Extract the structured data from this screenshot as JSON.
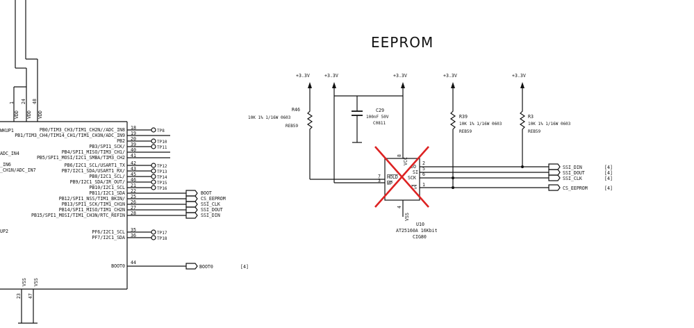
{
  "title": "EEPROM",
  "colors": {
    "line": "#111111",
    "cross": "#dd2222"
  },
  "mcu": {
    "left_fragments": [
      "WKUP1",
      "ADC_IN4",
      "_IN6",
      "_CH1N/ADC_IN7",
      "UP2"
    ],
    "vdd_pins": [
      {
        "num": "1",
        "label": "VDD"
      },
      {
        "num": "24",
        "label": "VDD"
      },
      {
        "num": "48",
        "label": "VDD"
      }
    ],
    "vss_pins": [
      {
        "num": "23",
        "label": "VSS"
      },
      {
        "num": "47",
        "label": "VSS"
      }
    ],
    "pins": [
      {
        "num": "18",
        "label": "PB0/TIM3_CH3/TIM1_CH2N//ADC_IN8",
        "tp": "TP8"
      },
      {
        "num": "19",
        "label": "PB1/TIM3_CH4/TIM14_CH1/TIM1_CH3N/ADC_IN9",
        "tp": ""
      },
      {
        "num": "20",
        "label": "PB2",
        "tp": "TP10"
      },
      {
        "num": "39",
        "label": "PB3/SPI1_SCK/",
        "tp": "TP11"
      },
      {
        "num": "40",
        "label": "PB4/SPI1_MISO/TIM3_CH1/",
        "tp": ""
      },
      {
        "num": "41",
        "label": "PB5/SPI1_MOSI/I2C1_SMBA/TIM3_CH2",
        "tp": ""
      },
      {
        "num": "42",
        "label": "PB6/I2C1_SCL/USART1_TX",
        "tp": "TP12"
      },
      {
        "num": "43",
        "label": "PB7/I2C1_SDA/USART1_RX/",
        "tp": "TP13"
      },
      {
        "num": "45",
        "label": "PB8/I2C1_SCL/",
        "tp": "TP14"
      },
      {
        "num": "46",
        "label": "PB9/I2C1_SDA/IR_OUT/",
        "tp": "TP15"
      },
      {
        "num": "21",
        "label": "PB10/I2C1_SCL",
        "tp": "TP16"
      },
      {
        "num": "22",
        "label": "PB11/I2C1_SDA",
        "net": "BOOT"
      },
      {
        "num": "25",
        "label": "PB12/SPI1_NSS/TIM1_BKIN/",
        "net": "CS_EEPROM"
      },
      {
        "num": "26",
        "label": "PB13/SPI1_SCK/TIM1_CH1N",
        "net": "SSI_CLK"
      },
      {
        "num": "27",
        "label": "PB14/SPI1_MISO/TIM1_CH2N",
        "net": "SSI_DOUT"
      },
      {
        "num": "28",
        "label": "PB15/SPI1_MOSI/TIM1_CH3N/RTC_REFIN",
        "net": "SSI_DIN"
      },
      {
        "num": "35",
        "label": "PF6/I2C1_SCL",
        "tp": "TP17"
      },
      {
        "num": "36",
        "label": "PF7/I2C1_SDA",
        "tp": "TP18"
      }
    ],
    "boot0": {
      "num": "44",
      "label": "BOOT0",
      "net": "BOOT0",
      "ref": "[4]"
    }
  },
  "power": [
    "+3.3V",
    "+3.3V",
    "+3.3V",
    "+3.3V",
    "+3.3V"
  ],
  "r46": {
    "ref": "R46",
    "value": "10K 1% 1/16W 0603",
    "pkg": "REB59"
  },
  "c29": {
    "ref": "C29",
    "value": "100nF 50V",
    "pkg": "C0811"
  },
  "r39": {
    "ref": "R39",
    "value": "10K 1% 1/16W 0603",
    "pkg": "REB59"
  },
  "r3": {
    "ref": "R3",
    "value": "10K 1% 1/16W 0603",
    "pkg": "REB59"
  },
  "u10": {
    "ref": "U10",
    "part": "AT25160A 16Kbit",
    "pkg": "CIG80",
    "pins": {
      "vcc": {
        "num": "8",
        "name": "VCC"
      },
      "so": {
        "num": "2",
        "name": "SO"
      },
      "si": {
        "num": "5",
        "name": "SI"
      },
      "sck": {
        "num": "6",
        "name": "SCK"
      },
      "cs": {
        "num": "1",
        "name": "CS"
      },
      "hold": {
        "num": "7",
        "name": "HOLD"
      },
      "wp": {
        "num": "3",
        "name": "WP"
      },
      "vss": {
        "num": "4",
        "name": "VSS"
      }
    }
  },
  "right_nets": [
    {
      "name": "SSI_DIN",
      "ref": "[4]"
    },
    {
      "name": "SSI_DOUT",
      "ref": "[4]"
    },
    {
      "name": "SSI_CLK",
      "ref": "[4]"
    },
    {
      "name": "CS_EEPROM",
      "ref": "[4]"
    }
  ]
}
